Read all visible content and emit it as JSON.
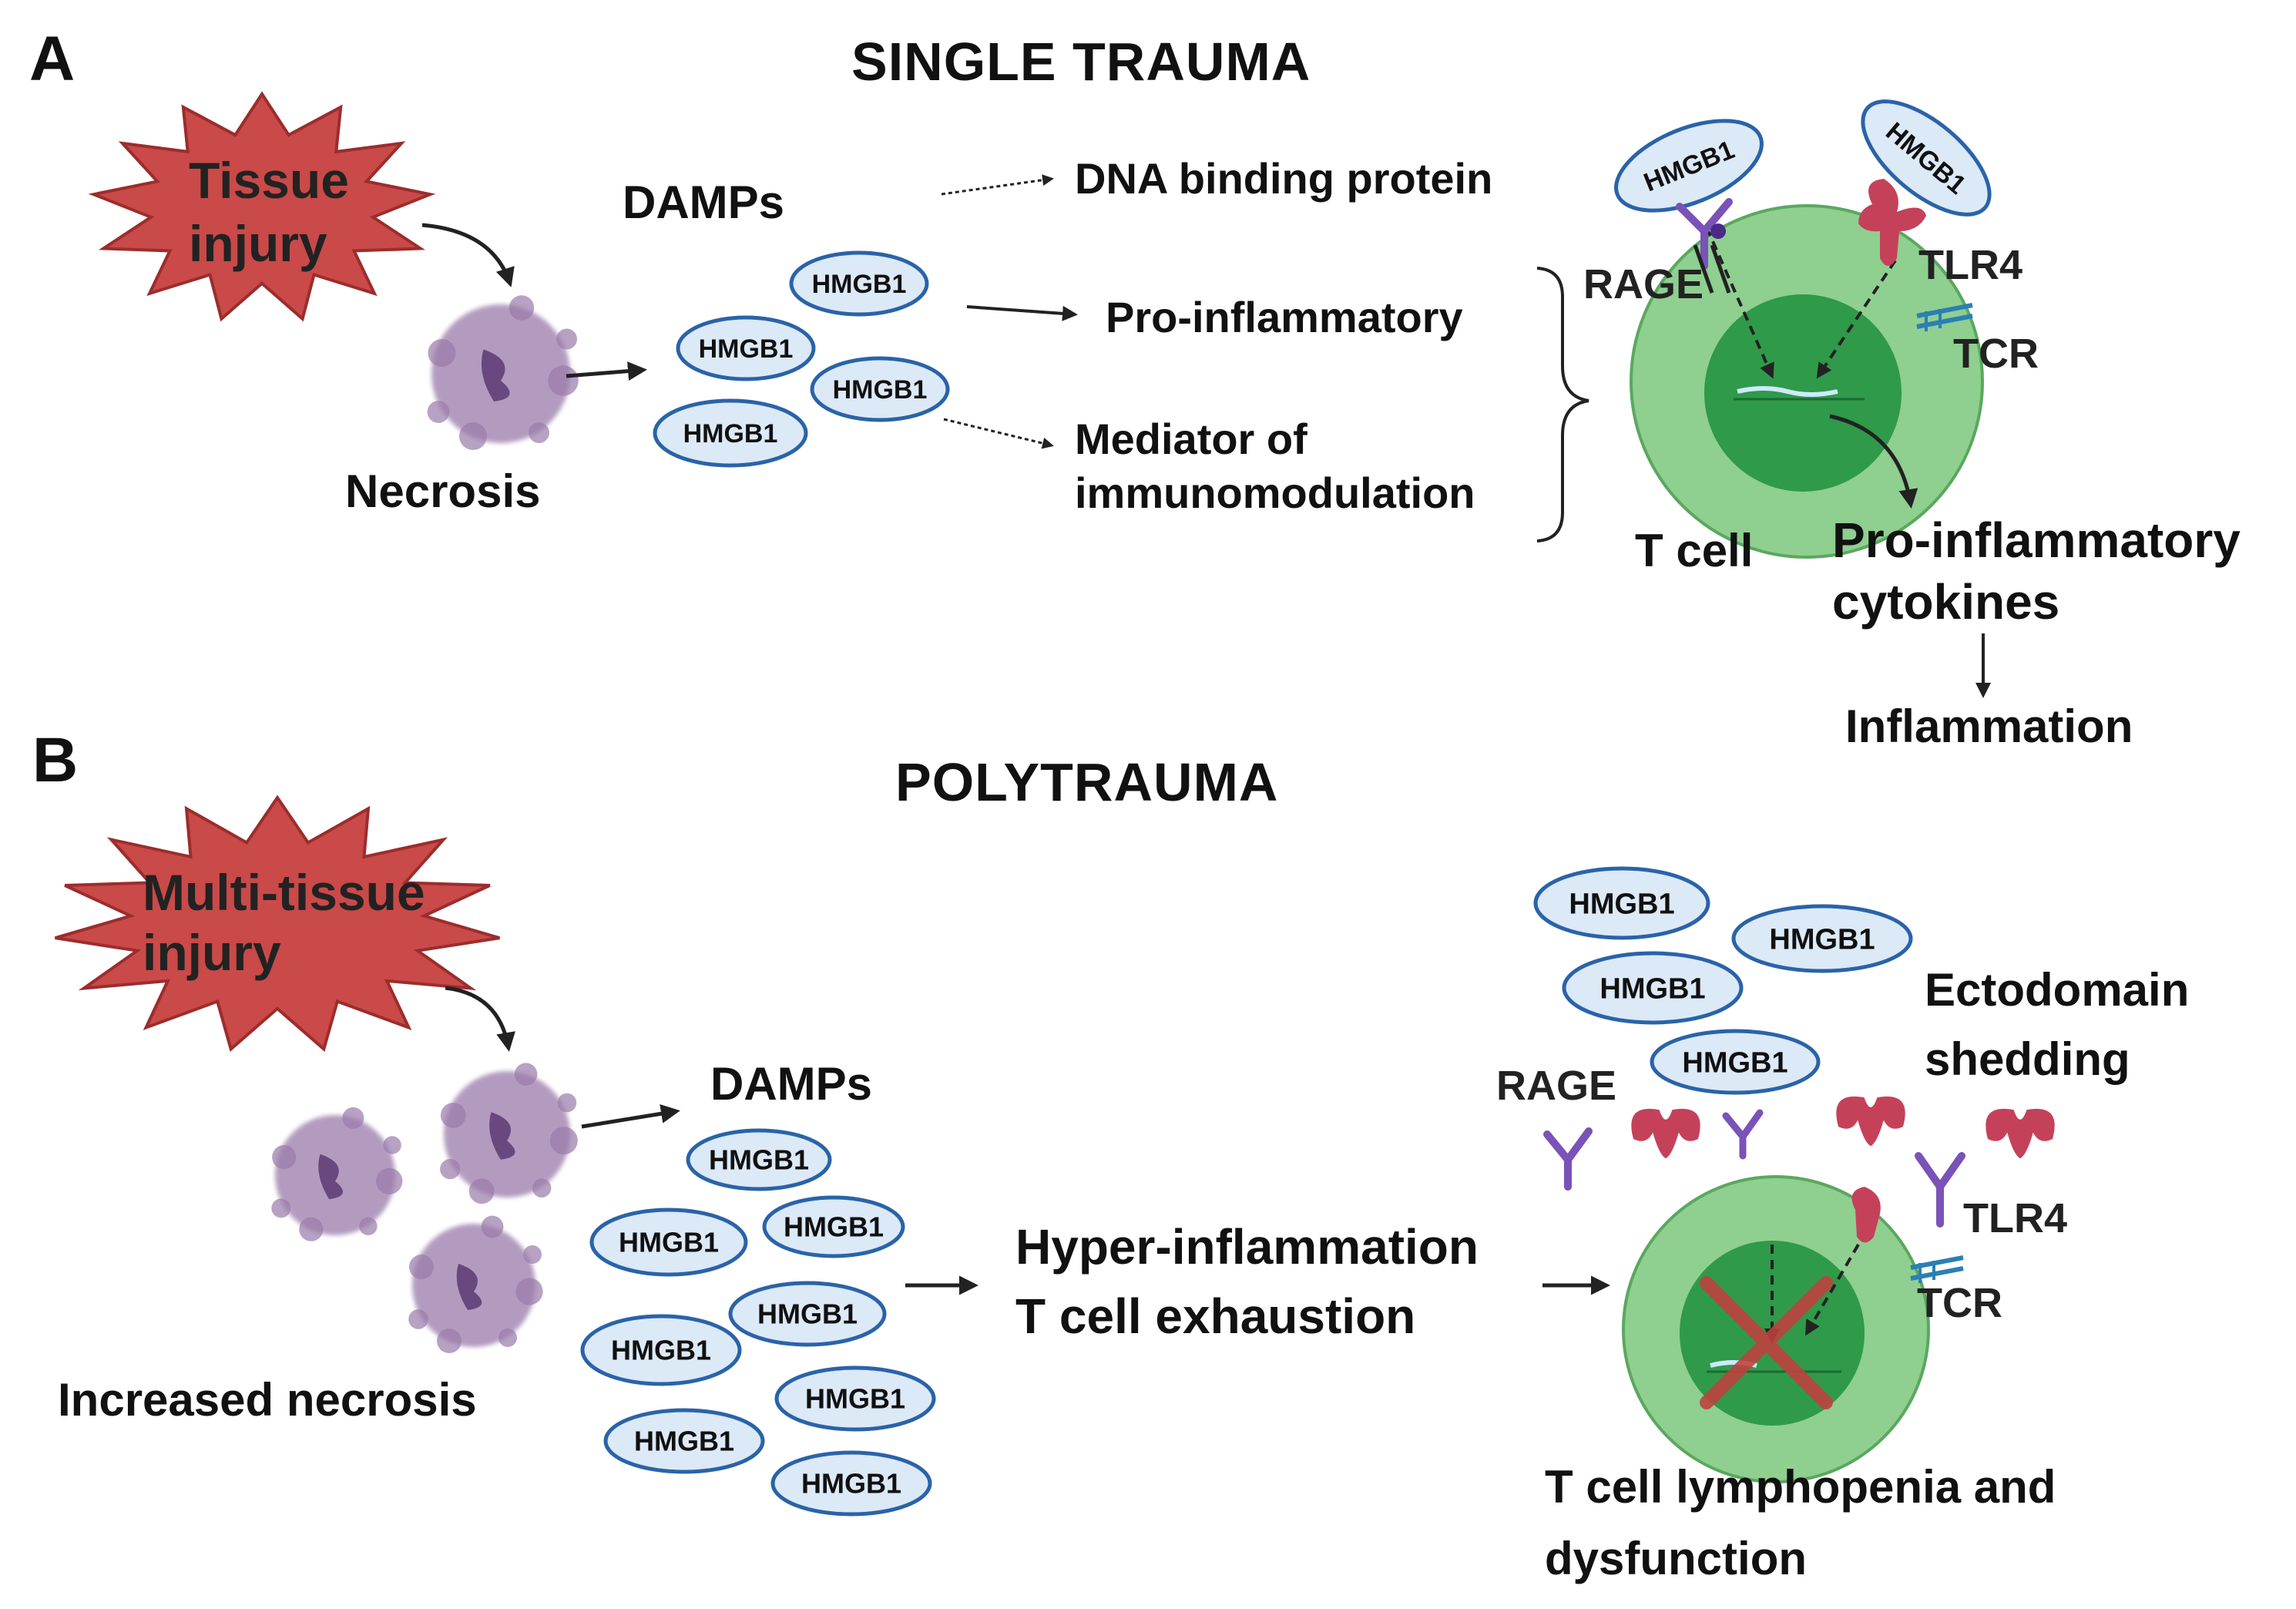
{
  "panel_a": {
    "letter": "A",
    "heading": "SINGLE TRAUMA",
    "injury_line1": "Tissue",
    "injury_line2": "injury",
    "necrosis": "Necrosis",
    "damps": "DAMPs",
    "hmgb1": "HMGB1",
    "outcome_dna": "DNA binding protein",
    "outcome_pro": "Pro-inflammatory",
    "outcome_mediator_line1": "Mediator of",
    "outcome_mediator_line2": "immunomodulation",
    "rage": "RAGE",
    "tlr4": "TLR4",
    "tcr": "TCR",
    "tcell": "T cell",
    "cytokines_line1": "Pro-inflammatory",
    "cytokines_line2": "cytokines",
    "inflammation": "Inflammation"
  },
  "panel_b": {
    "letter": "B",
    "heading": "POLYTRAUMA",
    "injury_line1": "Multi-tissue",
    "injury_line2": "injury",
    "necrosis": "Increased necrosis",
    "damps": "DAMPs",
    "hmgb1": "HMGB1",
    "effect_line1": "Hyper-inflammation",
    "effect_line2": "T cell exhaustion",
    "ectodomain_line1": "Ectodomain",
    "ectodomain_line2": "shedding",
    "rage": "RAGE",
    "tlr4": "TLR4",
    "tcr": "TCR",
    "outcome_line1": "T cell lymphopenia and",
    "outcome_line2": "dysfunction"
  },
  "colors": {
    "star_fill": "#c94a48",
    "star_stroke": "#9c2d2c",
    "hmgb1_fill": "#dce9f7",
    "hmgb1_stroke": "#2a63a8",
    "cell_outer": "#8fcf90",
    "cell_outer_stroke": "#5aa85f",
    "cell_nucleus": "#2f9a49",
    "necrotic_cell": "#9a7aaa",
    "tlr4": "#c5415a",
    "rage": "#7a52b8",
    "tcr": "#2b7fb5",
    "cross": "#c23f3f"
  },
  "icons": [
    "explosion-star",
    "necrotic-cell",
    "hmgb1-molecule",
    "rage-receptor",
    "tlr4-receptor",
    "tcr-receptor",
    "t-cell",
    "cross-mark"
  ]
}
